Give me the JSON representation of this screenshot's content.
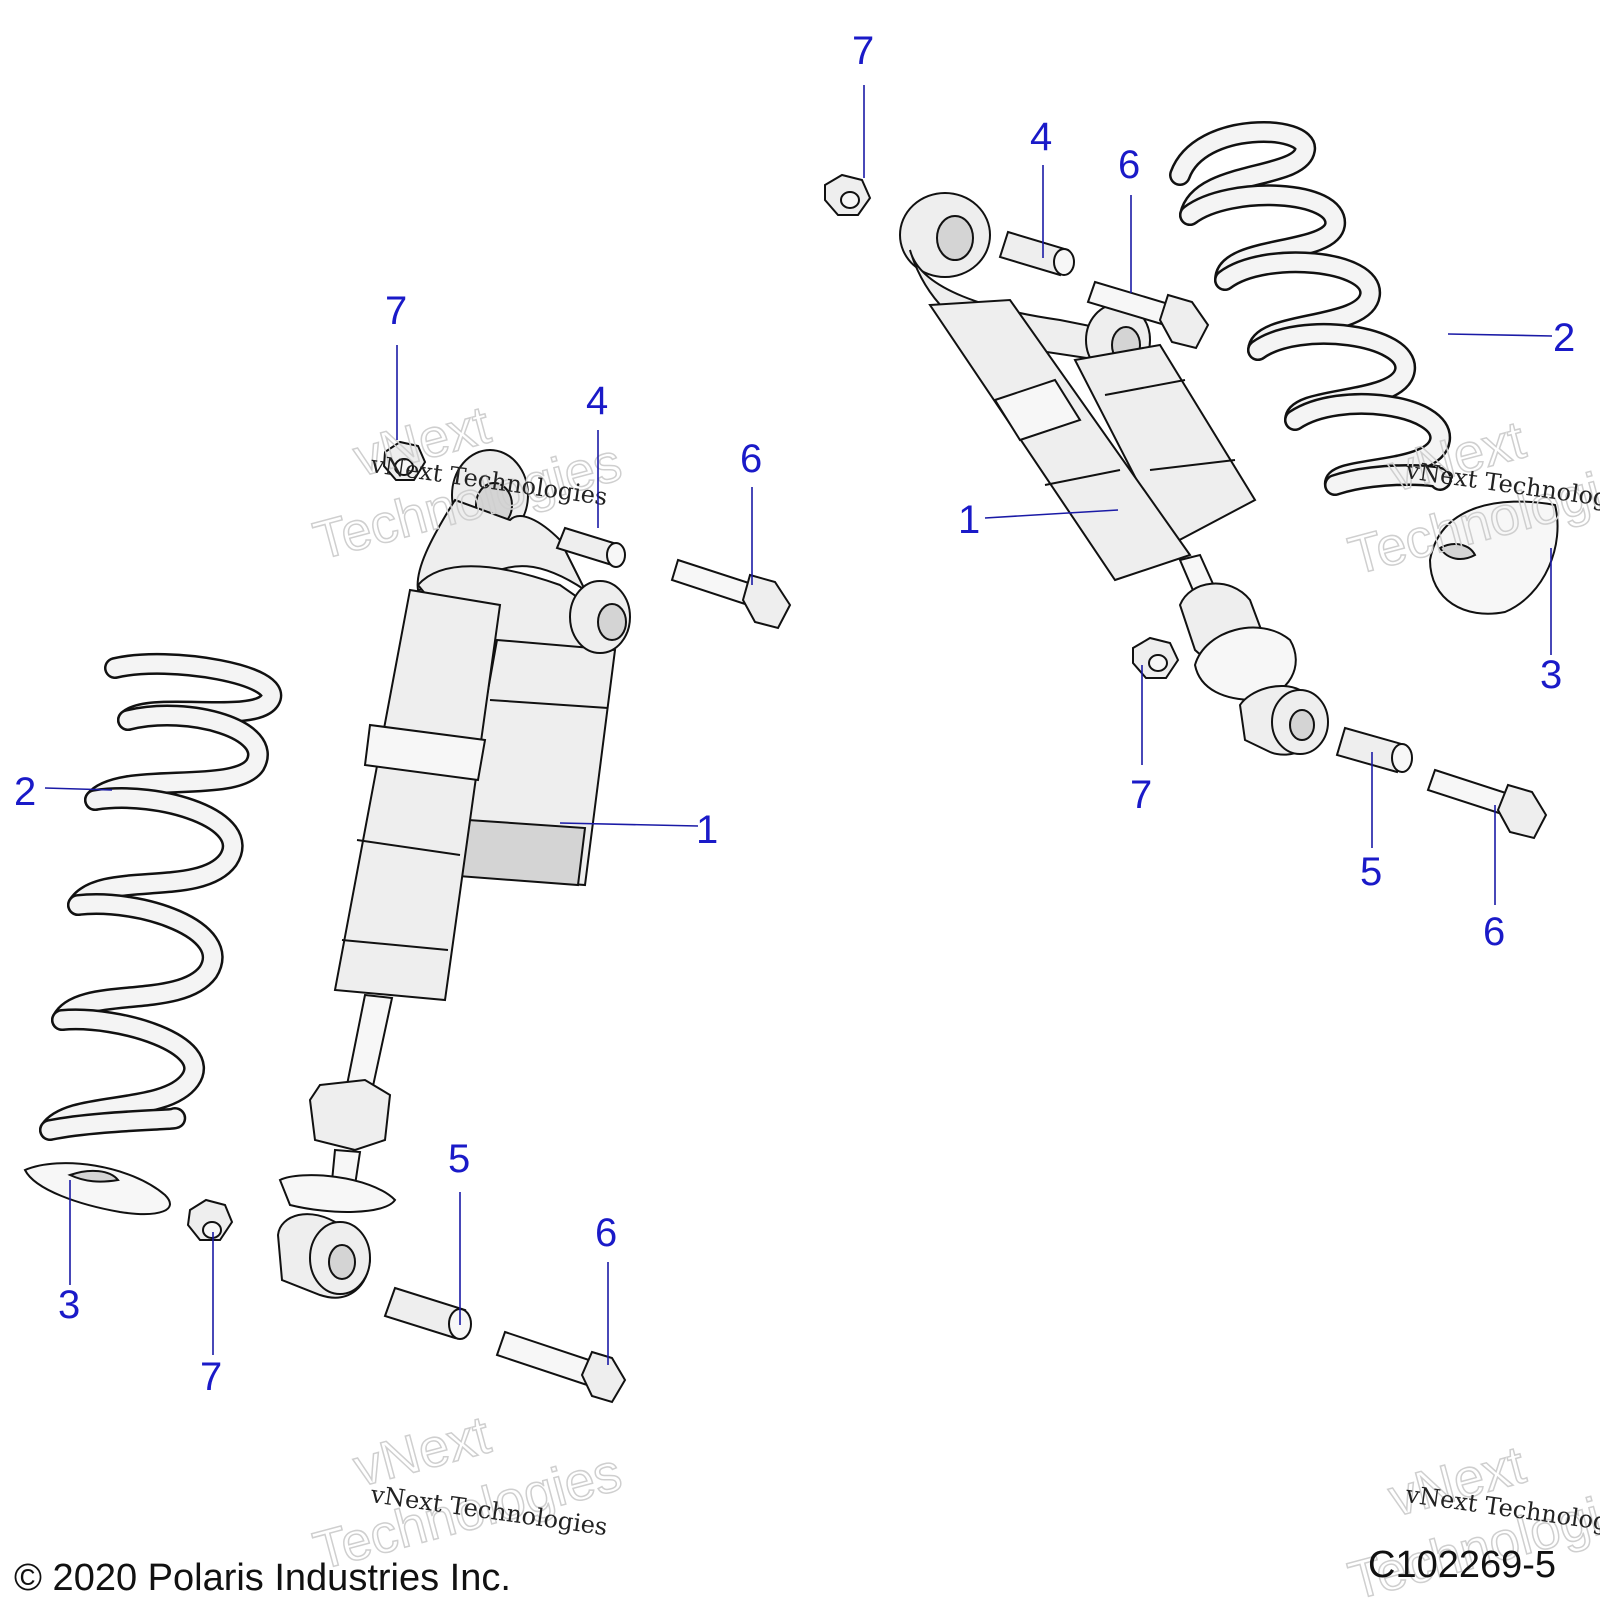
{
  "callouts": {
    "left": {
      "shock": "1",
      "spring": "2",
      "retainer": "3",
      "sleeve_top": "4",
      "sleeve_bottom": "5",
      "bolt_top": "6",
      "bolt_bottom": "6",
      "nut_top": "7",
      "nut_bottom": "7"
    },
    "right": {
      "shock": "1",
      "spring": "2",
      "retainer": "3",
      "sleeve_top": "4",
      "sleeve_bottom": "5",
      "bolt_top": "6",
      "bolt_bottom": "6",
      "nut_top": "7",
      "nut_bottom": "7"
    }
  },
  "watermark": {
    "small": "vNext Technologies",
    "big_line1": "vNext",
    "big_line2": "Technologies"
  },
  "footer": {
    "copyright": "© 2020 Polaris Industries Inc.",
    "figure_id": "C102269-5"
  },
  "colors": {
    "callout": "#1a1ac8",
    "outline": "#111111"
  }
}
